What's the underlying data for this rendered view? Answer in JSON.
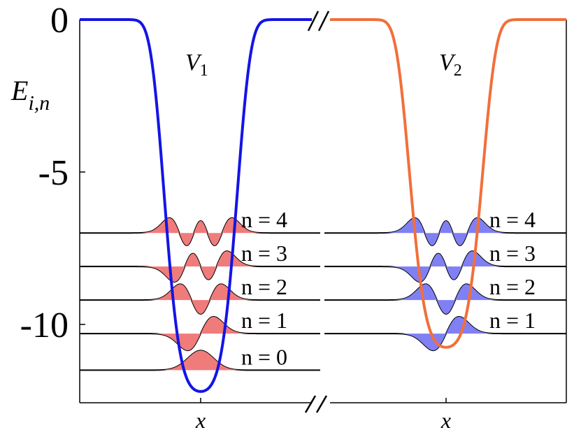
{
  "chart_data": {
    "type": "line",
    "title": "",
    "ylabel": "E_{i,n}",
    "ylabel_main": "E",
    "ylabel_sub": "i,n",
    "yticks": [
      {
        "value": 0,
        "label": "0"
      },
      {
        "value": -5,
        "label": "-5"
      },
      {
        "value": -10,
        "label": "-10"
      }
    ],
    "ylim": [
      -12.75,
      0
    ],
    "panels": [
      {
        "potential_label_main": "V",
        "potential_label_sub": "1",
        "xlabel": "x",
        "potential_color": "#1414e6",
        "wavefunction_fill": "#f07b7b",
        "well_depth": -12.2,
        "levels": [
          {
            "n": 4,
            "energy": -7.0,
            "label": "n = 4"
          },
          {
            "n": 3,
            "energy": -8.1,
            "label": "n = 3"
          },
          {
            "n": 2,
            "energy": -9.2,
            "label": "n = 2"
          },
          {
            "n": 1,
            "energy": -10.3,
            "label": "n = 1"
          },
          {
            "n": 0,
            "energy": -11.5,
            "label": "n = 0"
          }
        ]
      },
      {
        "potential_label_main": "V",
        "potential_label_sub": "2",
        "xlabel": "x",
        "potential_color": "#f26f3a",
        "wavefunction_fill": "#8080f4",
        "well_depth": -10.75,
        "levels": [
          {
            "n": 4,
            "energy": -7.0,
            "label": "n = 4"
          },
          {
            "n": 3,
            "energy": -8.1,
            "label": "n = 3"
          },
          {
            "n": 2,
            "energy": -9.2,
            "label": "n = 2"
          },
          {
            "n": 1,
            "energy": -10.3,
            "label": "n = 1"
          }
        ]
      }
    ]
  }
}
